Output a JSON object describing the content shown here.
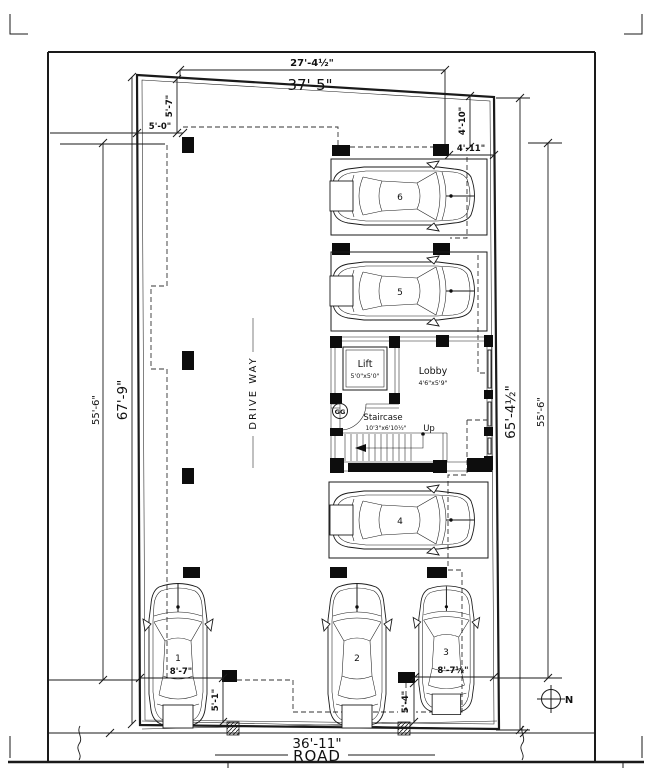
{
  "dimensions": {
    "top_inner": "27'-4½\"",
    "top_overall": "37'-5\"",
    "left_setback_v": "5'-7\"",
    "left_setback_h": "5'-0\"",
    "right_setback_v": "4'-10\"",
    "right_setback_h": "4'-11\"",
    "left_outer": "55'-6\"",
    "left_overall": "67'-9\"",
    "right_overall": "65'-4½\"",
    "right_outer": "55'-6\"",
    "road_frontage": "36'-11\"",
    "stall_1_width": "8'-7\"",
    "stall_1_setback": "5'-1\"",
    "stall_3_width": "8'-7½\"",
    "stall_3_setback": "5'-4\""
  },
  "labels": {
    "driveway": "DRIVE   WAY",
    "road": "ROAD",
    "north": "N",
    "up": "Up",
    "door_tag": "GG"
  },
  "rooms": {
    "lift": {
      "name": "Lift",
      "size": "5'0\"x5'0\""
    },
    "lobby": {
      "name": "Lobby",
      "size": "4'6\"x5'9\""
    },
    "staircase": {
      "name": "Staircase",
      "size": "10'3\"x6'10½\""
    }
  },
  "parking": {
    "spaces": [
      {
        "number": "1"
      },
      {
        "number": "2"
      },
      {
        "number": "3"
      },
      {
        "number": "4"
      },
      {
        "number": "5"
      },
      {
        "number": "6"
      }
    ]
  }
}
